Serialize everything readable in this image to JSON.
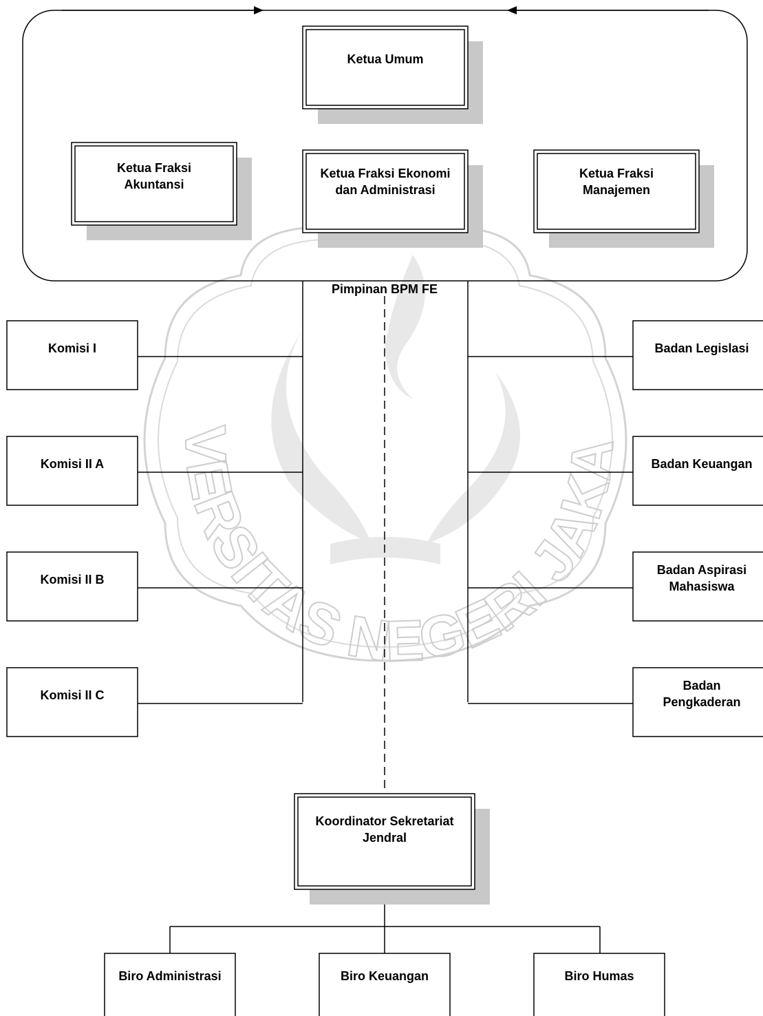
{
  "leadership": {
    "label": "Pimpinan BPM FE",
    "chair": "Ketua Umum",
    "fractions": [
      [
        "Ketua Fraksi",
        "Akuntansi"
      ],
      [
        "Ketua Fraksi Ekonomi",
        "dan Administrasi"
      ],
      [
        "Ketua Fraksi",
        "Manajemen"
      ]
    ]
  },
  "commissions": [
    [
      "Komisi I"
    ],
    [
      "Komisi II A"
    ],
    [
      "Komisi II B"
    ],
    [
      "Komisi II C"
    ]
  ],
  "bodies": [
    [
      "Badan Legislasi"
    ],
    [
      "Badan Keuangan"
    ],
    [
      "Badan Aspirasi",
      "Mahasiswa"
    ],
    [
      "Badan",
      "Pengkaderan"
    ]
  ],
  "secretariat": {
    "coordinator": [
      "Koordinator Sekretariat",
      "Jendral"
    ],
    "bureaus": [
      [
        "Biro Administrasi"
      ],
      [
        "Biro Keuangan"
      ],
      [
        "Biro Humas"
      ]
    ]
  },
  "watermark": {
    "text": "UNIVERSITAS NEGERI JAKARTA"
  }
}
